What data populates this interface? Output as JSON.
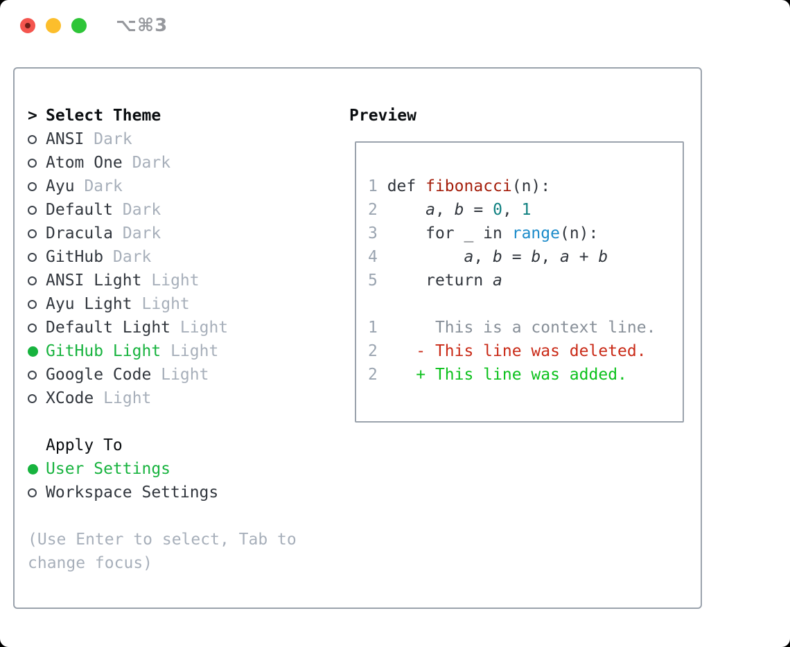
{
  "window": {
    "shortcut": "⌥⌘3"
  },
  "left": {
    "title_prefix": ">",
    "title": "Select Theme",
    "themes": [
      {
        "name": "ANSI",
        "variant": "Dark",
        "selected": false
      },
      {
        "name": "Atom One",
        "variant": "Dark",
        "selected": false
      },
      {
        "name": "Ayu",
        "variant": "Dark",
        "selected": false
      },
      {
        "name": "Default",
        "variant": "Dark",
        "selected": false
      },
      {
        "name": "Dracula",
        "variant": "Dark",
        "selected": false
      },
      {
        "name": "GitHub",
        "variant": "Dark",
        "selected": false
      },
      {
        "name": "ANSI Light",
        "variant": "Light",
        "selected": false
      },
      {
        "name": "Ayu Light",
        "variant": "Light",
        "selected": false
      },
      {
        "name": "Default Light",
        "variant": "Light",
        "selected": false
      },
      {
        "name": "GitHub Light",
        "variant": "Light",
        "selected": true
      },
      {
        "name": "Google Code",
        "variant": "Light",
        "selected": false
      },
      {
        "name": "XCode",
        "variant": "Light",
        "selected": false
      }
    ],
    "apply_to": {
      "title": "Apply To",
      "options": [
        {
          "name": "User Settings",
          "selected": true
        },
        {
          "name": "Workspace Settings",
          "selected": false
        }
      ]
    },
    "hint": "(Use Enter to select, Tab to change focus)"
  },
  "preview": {
    "title": "Preview",
    "lines": [
      {
        "segs": [
          {
            "t": "1",
            "c": "ln"
          },
          {
            "t": " def ",
            "c": "p"
          },
          {
            "t": "fibonacci",
            "c": "fn"
          },
          {
            "t": "(n):",
            "c": "p"
          }
        ]
      },
      {
        "segs": [
          {
            "t": "2",
            "c": "ln"
          },
          {
            "t": "     ",
            "c": "p"
          },
          {
            "t": "a",
            "c": "v"
          },
          {
            "t": ", ",
            "c": "p"
          },
          {
            "t": "b",
            "c": "v"
          },
          {
            "t": " = ",
            "c": "p"
          },
          {
            "t": "0",
            "c": "n"
          },
          {
            "t": ", ",
            "c": "p"
          },
          {
            "t": "1",
            "c": "n"
          }
        ]
      },
      {
        "segs": [
          {
            "t": "3",
            "c": "ln"
          },
          {
            "t": "     for _ in ",
            "c": "p"
          },
          {
            "t": "range",
            "c": "b"
          },
          {
            "t": "(n):",
            "c": "p"
          }
        ]
      },
      {
        "segs": [
          {
            "t": "4",
            "c": "ln"
          },
          {
            "t": "         ",
            "c": "p"
          },
          {
            "t": "a",
            "c": "v"
          },
          {
            "t": ", ",
            "c": "p"
          },
          {
            "t": "b",
            "c": "v"
          },
          {
            "t": " = ",
            "c": "p"
          },
          {
            "t": "b",
            "c": "v"
          },
          {
            "t": ", ",
            "c": "p"
          },
          {
            "t": "a",
            "c": "v"
          },
          {
            "t": " + ",
            "c": "p"
          },
          {
            "t": "b",
            "c": "v"
          }
        ]
      },
      {
        "segs": [
          {
            "t": "5",
            "c": "ln"
          },
          {
            "t": "     return ",
            "c": "p"
          },
          {
            "t": "a",
            "c": "v"
          }
        ]
      },
      {
        "segs": []
      },
      {
        "segs": [
          {
            "t": "1",
            "c": "ln"
          },
          {
            "t": "      This is a context line.",
            "c": "ctx"
          }
        ]
      },
      {
        "segs": [
          {
            "t": "2",
            "c": "ln"
          },
          {
            "t": "    ",
            "c": "p"
          },
          {
            "t": "- This line was deleted.",
            "c": "del"
          }
        ]
      },
      {
        "segs": [
          {
            "t": "2",
            "c": "ln"
          },
          {
            "t": "    ",
            "c": "p"
          },
          {
            "t": "+ This line was added.",
            "c": "add"
          }
        ]
      }
    ]
  },
  "colors": {
    "traffic_red": "#f4554e",
    "traffic_red_dot": "#701f18",
    "traffic_yellow": "#fcbe2c",
    "traffic_green": "#2ec538",
    "shortcut_gray": "#96989d",
    "panel_border": "#9aa2ac",
    "text_black": "#0a0d10",
    "text_dark": "#31363d",
    "muted_gray": "#a7afba",
    "circle_stroke": "#3c424a",
    "accent_green": "#17b33e",
    "lineno_gray": "#9aa4b0",
    "code_plain": "#30353c",
    "code_red": "#a51f0c",
    "code_teal": "#0f8080",
    "code_blue": "#1b8bca",
    "diff_ctx": "#878f98",
    "diff_red": "#c92a17",
    "diff_green": "#0cc11c"
  }
}
